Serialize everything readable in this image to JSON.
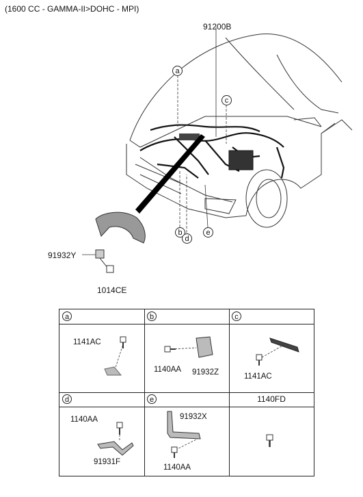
{
  "header": {
    "engine_spec": "(1600 CC - GAMMA-II>DOHC - MPI)"
  },
  "main_diagram": {
    "part_main_harness": "91200B",
    "part_bracket_harness": "91932Y",
    "part_bolt_main": "1014CE",
    "callouts": [
      "a",
      "b",
      "c",
      "d",
      "e"
    ]
  },
  "detail_table": {
    "cells": [
      {
        "key": "a",
        "header": "a",
        "parts": [
          "1141AC"
        ]
      },
      {
        "key": "b",
        "header": "b",
        "parts": [
          "1140AA",
          "91932Z"
        ]
      },
      {
        "key": "c",
        "header": "c",
        "parts": [
          "1141AC"
        ]
      },
      {
        "key": "d",
        "header": "d",
        "parts": [
          "1140AA",
          "91931F"
        ]
      },
      {
        "key": "e",
        "header": "e",
        "parts": [
          "91932X",
          "1140AA"
        ]
      },
      {
        "key": "f",
        "header": "1140FD",
        "parts": []
      }
    ]
  }
}
